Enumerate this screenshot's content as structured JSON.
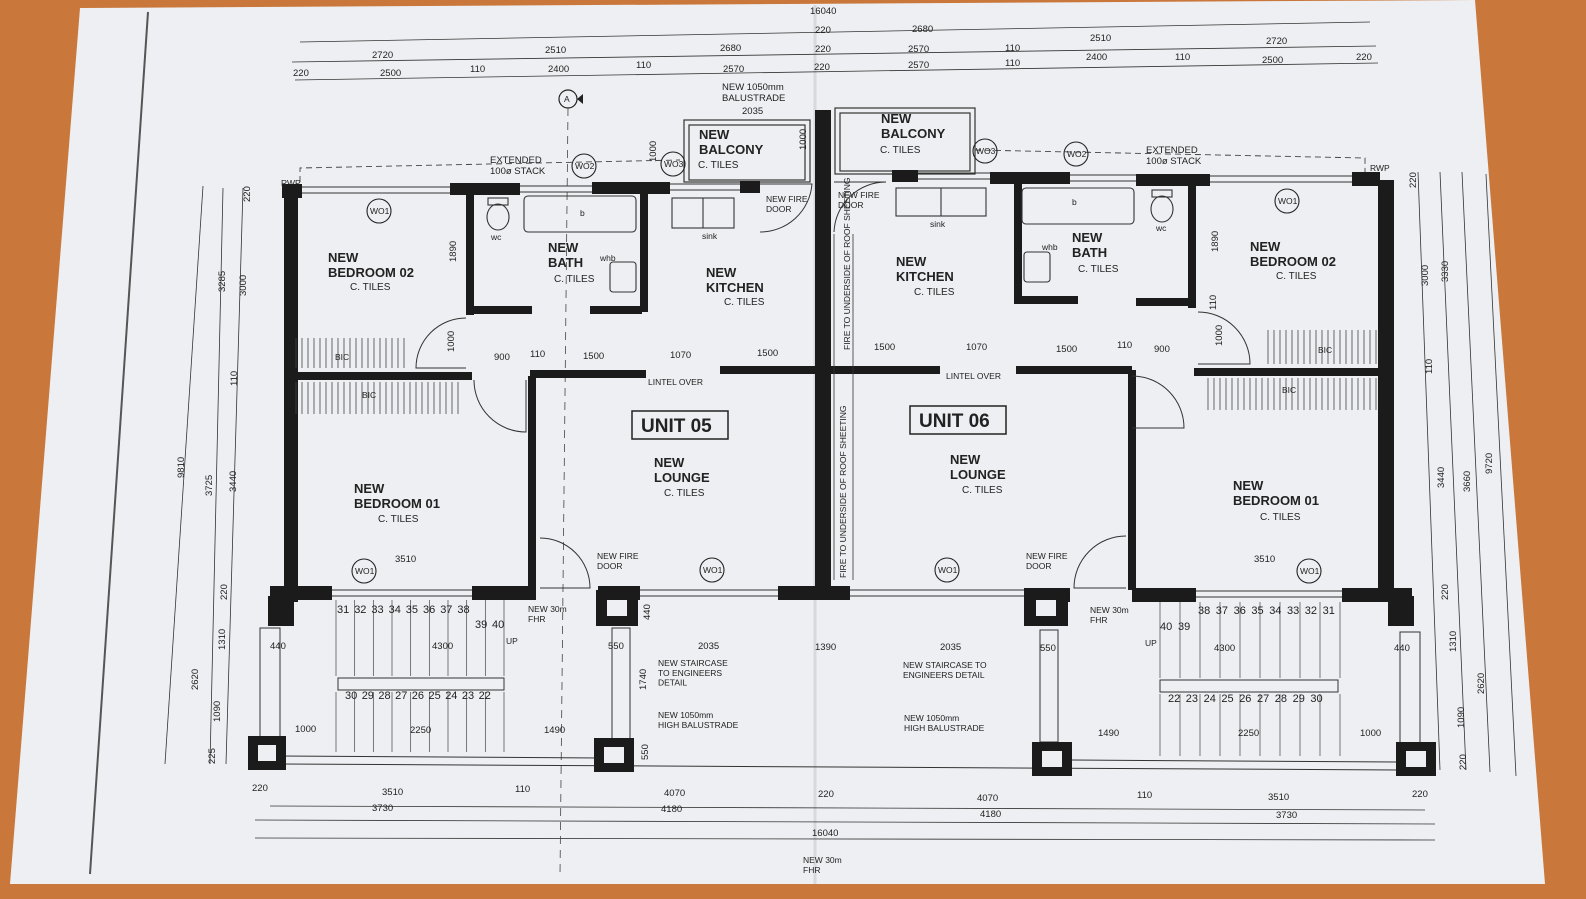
{
  "units": [
    {
      "label": "UNIT 05"
    },
    {
      "label": "UNIT 06"
    }
  ],
  "rooms": {
    "new_bedroom_02": "NEW\nBEDROOM 02",
    "new_bedroom_01": "NEW\nBEDROOM 01",
    "new_bath": "NEW\nBATH",
    "new_kitchen": "NEW\nKITCHEN",
    "new_lounge": "NEW\nLOUNGE",
    "new_balcony": "NEW\nBALCONY",
    "finish": "C. TILES",
    "bic": "BIC",
    "wc": "wc",
    "whb": "whb",
    "sink": "sink",
    "b": "b"
  },
  "notes": {
    "extended_stack": "EXTENDED\n100ø STACK",
    "new_fire_door": "NEW FIRE\nDOOR",
    "lintel_over": "LINTEL OVER",
    "fire_roof": "FIRE TO UNDERSIDE OF ROOF SHEETING",
    "new_30m_fhr": "NEW 30m\nFHR",
    "new_staircase_left": "NEW STAIRCASE\nTO ENGINEERS\nDETAIL",
    "new_staircase_right": "NEW STAIRCASE TO\nENGINEERS DETAIL",
    "new_1050_balustrade": "NEW 1050mm\nHIGH BALUSTRADE",
    "new_1050_balustrade_top": "NEW 1050mm\nBALUSTRADE",
    "rwp": "RWP",
    "up": "UP",
    "section_marker": "A"
  },
  "window_tags": {
    "wo1": "WO1",
    "wo2": "WO2",
    "wo3": "WO3"
  },
  "stairs": {
    "upper_left": [
      "31",
      "32",
      "33",
      "34",
      "35",
      "36",
      "37",
      "38"
    ],
    "upper_left_extra": [
      "39",
      "40"
    ],
    "lower_left": [
      "30",
      "29",
      "28",
      "27",
      "26",
      "25",
      "24",
      "23",
      "22"
    ],
    "upper_right": [
      "38",
      "37",
      "36",
      "35",
      "34",
      "33",
      "32",
      "31"
    ],
    "upper_right_extra": [
      "40",
      "39"
    ],
    "lower_right": [
      "22",
      "23",
      "24",
      "25",
      "26",
      "27",
      "28",
      "29",
      "30"
    ]
  },
  "dims": {
    "top_total": "16040",
    "top_row1": [
      "220",
      "2680"
    ],
    "top_row2": [
      "2720",
      "2510",
      "2680",
      "220",
      "2570",
      "110",
      "2510",
      "2720"
    ],
    "top_row3": [
      "220",
      "2500",
      "110",
      "2400",
      "110",
      "2570",
      "220",
      "2570",
      "110",
      "2400",
      "110",
      "2500",
      "220"
    ],
    "balcony_w": "2035",
    "balcony_h": [
      "1000",
      "1000"
    ],
    "interior": [
      "900",
      "110",
      "1500",
      "1070",
      "1500",
      "1500",
      "1070",
      "1500",
      "110",
      "900"
    ],
    "bed_w": [
      "3510",
      "3510"
    ],
    "stair_row": [
      "440",
      "4300",
      "550",
      "2035",
      "1390",
      "2035",
      "550",
      "4300",
      "440"
    ],
    "stair_v": [
      "440",
      "1740",
      "550"
    ],
    "stair_bottom": [
      "1000",
      "2250",
      "1490",
      "1490",
      "2250",
      "1000"
    ],
    "bath_v": [
      "1890",
      "1000",
      "1890",
      "1000",
      "110"
    ],
    "left_v1": [
      "220",
      "3285",
      "110",
      "3725",
      "220",
      "1310",
      "1090",
      "225"
    ],
    "left_v2": [
      "3000",
      "3440"
    ],
    "left_total": "9810",
    "left_2620": "2620",
    "right_v1": [
      "220",
      "3000",
      "110",
      "3440",
      "220",
      "1310",
      "1090",
      "220"
    ],
    "right_v2": [
      "3330",
      "3660"
    ],
    "right_total": "9720",
    "right_2620": "2620",
    "bottom_row1": [
      "220",
      "3510",
      "110",
      "4070",
      "220",
      "4070",
      "110",
      "3510",
      "220"
    ],
    "bottom_row2": [
      "3730",
      "4180",
      "4180",
      "3730"
    ],
    "bottom_total": "16040"
  }
}
